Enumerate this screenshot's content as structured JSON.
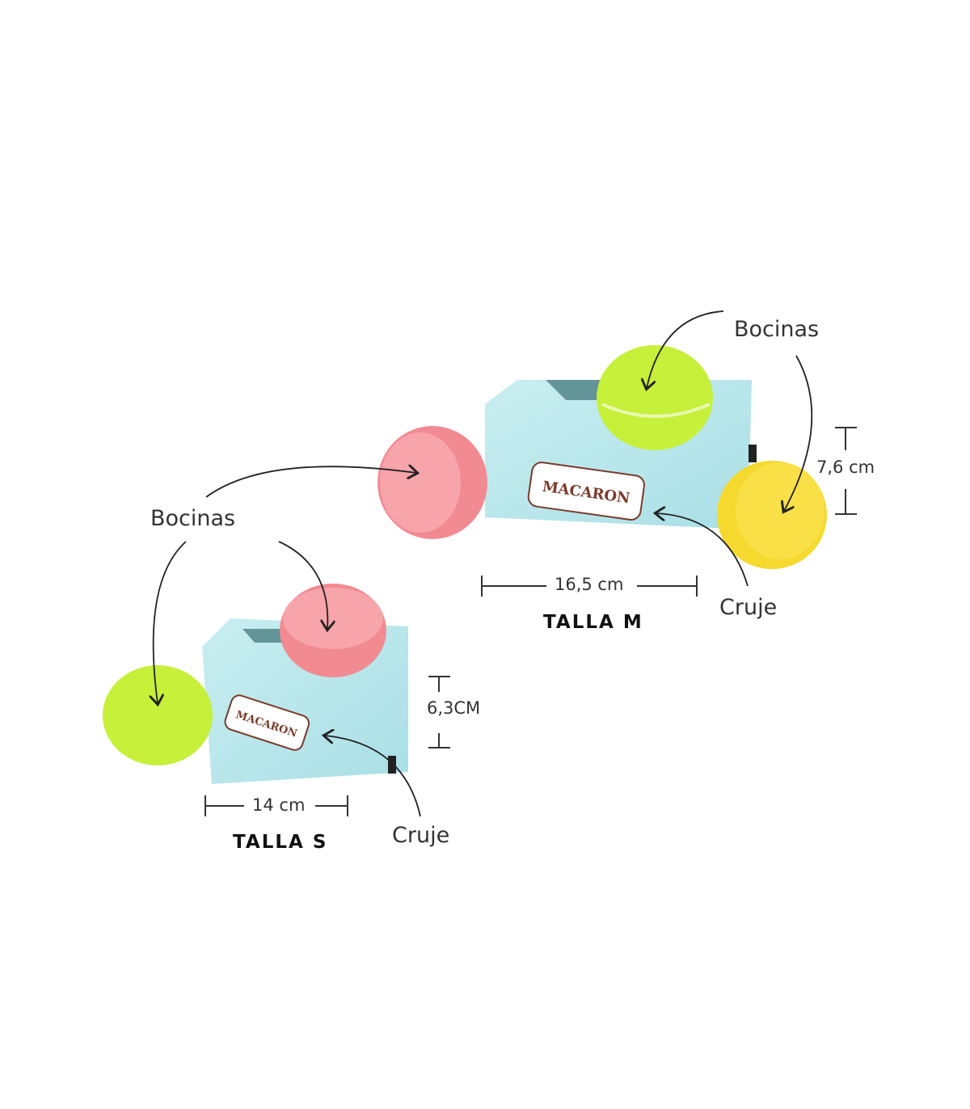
{
  "size_m": {
    "label": "TALLA M",
    "width": "16,5 cm",
    "height": "7,6 cm",
    "callouts": {
      "horns": "Bocinas",
      "crinkle": "Cruje"
    },
    "logo_text": "MACARON"
  },
  "size_s": {
    "label": "TALLA S",
    "width": "14 cm",
    "height": "6,3CM",
    "callouts": {
      "horns": "Bocinas",
      "crinkle": "Cruje"
    },
    "logo_text": "MACARON"
  },
  "colors": {
    "box": "#bfe9ec",
    "pink": "#f28a92",
    "green": "#c6f03a",
    "yellow": "#f5d92e"
  }
}
